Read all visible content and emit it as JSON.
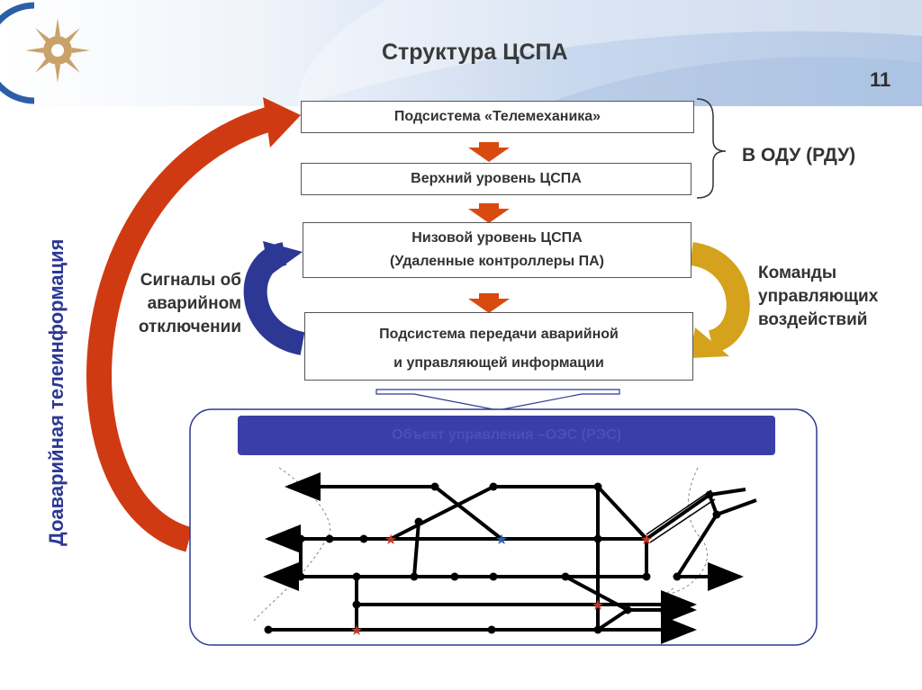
{
  "slide": {
    "title": "Структура ЦСПА",
    "number": "11"
  },
  "flow": {
    "box_telemechanics": "Подсистема  «Телемеханика»",
    "box_upper_level": "Верхний уровень  ЦСПА",
    "box_lower_level": {
      "line1": "Низовой уровень ЦСПА",
      "line2": "(Удаленные контроллеры ПА)"
    },
    "box_transfer": {
      "line1": "Подсистема передачи аварийной",
      "line2": "и управляющей информации"
    },
    "bracket_label": "В ОДУ (РДУ)"
  },
  "labels": {
    "signals": [
      "Сигналы об",
      "аварийном",
      "отключении"
    ],
    "commands": [
      "Команды",
      "управляющих",
      "воздействий"
    ],
    "pre_emergency": "Доаварийная телеинформация",
    "control_object": "Объект управления –ОЭС (РЭС)"
  },
  "colors": {
    "red_arrow": "#d03a12",
    "small_arrow": "#d84a10",
    "blue_arrow": "#2c3893",
    "gold_arrow": "#d4a21c",
    "bar": "#3a3fa8"
  }
}
